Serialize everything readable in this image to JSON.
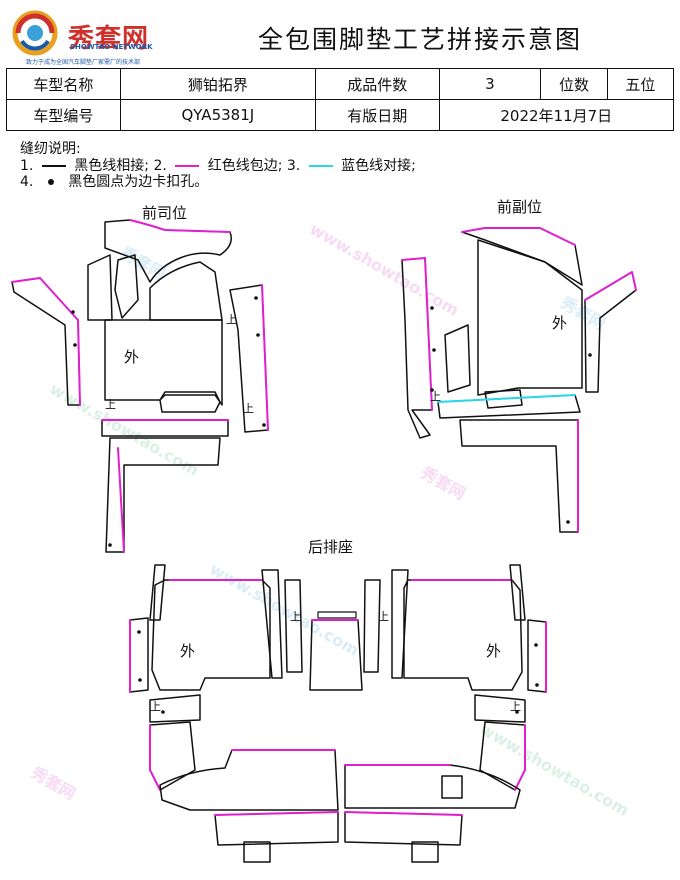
{
  "header": {
    "logo_text": "秀套网",
    "logo_sub": "SHOWTAO NETWORK",
    "logo_slogan": "致力于成为全国汽车脚垫厂家需厂的技术部",
    "title": "全包围脚垫工艺拼接示意图"
  },
  "info_table": {
    "model_name_label": "车型名称",
    "model_name_value": "狮铂拓界",
    "pieces_label": "成品件数",
    "pieces_value": "3",
    "seats_label": "位数",
    "seats_value": "五位",
    "model_code_label": "车型编号",
    "model_code_value": "QYA5381J",
    "date_label": "有版日期",
    "date_value": "2022年11月7日"
  },
  "notes": {
    "heading": "缝纫说明:",
    "item1_num": "1.",
    "item1_text": "黑色线相接;",
    "item2_num": "2.",
    "item2_text": "红色线包边;",
    "item3_num": "3.",
    "item3_text": "蓝色线对接;",
    "item4_num": "4.",
    "item4_text": "黑色圆点为边卡扣孔。"
  },
  "sections": {
    "driver": "前司位",
    "passenger": "前副位",
    "rear": "后排座"
  },
  "marks": {
    "outside": "外",
    "up": "上"
  },
  "watermark": {
    "brand": "秀套网",
    "url": "www.showtao.com"
  },
  "colors": {
    "stitch_black": "#111111",
    "stitch_red": "#e020d0",
    "stitch_blue": "#28d8e8",
    "logo_red": "#d0302c",
    "logo_blue": "#1b58a8"
  }
}
